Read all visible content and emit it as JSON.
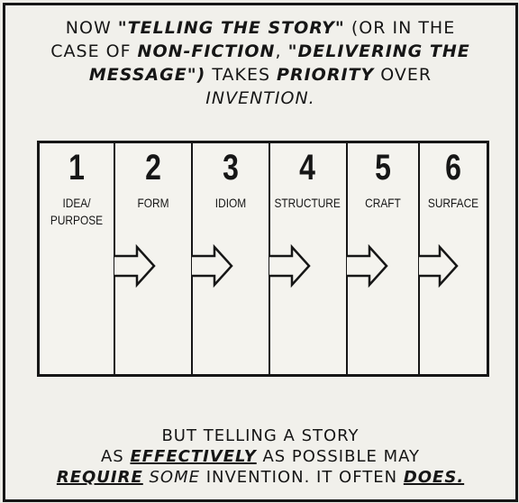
{
  "top_caption": {
    "l1_a": "NOW ",
    "l1_b": "\"TELLING THE STORY\"",
    "l1_c": " (OR IN THE",
    "l2_a": "CASE OF ",
    "l2_b": "NON-FICTION",
    "l2_c": ", ",
    "l2_d": "\"DELIVERING THE",
    "l3_a": "MESSAGE\")",
    "l3_b": " TAKES ",
    "l3_c": "PRIORITY",
    "l3_d": " OVER",
    "l4": "INVENTION."
  },
  "steps": [
    {
      "number": "1",
      "label_1": "IDEA/",
      "label_2": "PURPOSE"
    },
    {
      "number": "2",
      "label_1": "FORM",
      "label_2": ""
    },
    {
      "number": "3",
      "label_1": "IDIOM",
      "label_2": ""
    },
    {
      "number": "4",
      "label_1": "STRUCTURE",
      "label_2": ""
    },
    {
      "number": "5",
      "label_1": "CRAFT",
      "label_2": ""
    },
    {
      "number": "6",
      "label_1": "SURFACE",
      "label_2": ""
    }
  ],
  "bottom_caption": {
    "l1": "BUT TELLING A STORY",
    "l2_a": "AS ",
    "l2_b": "EFFECTIVELY",
    "l2_c": " AS POSSIBLE MAY",
    "l3_a": "REQUIRE",
    "l3_b": " SOME",
    "l3_c": " INVENTION. IT OFTEN ",
    "l3_d": "DOES."
  },
  "colors": {
    "ink": "#161616",
    "paper": "#f1f0eb",
    "background": "#ecebe6"
  }
}
